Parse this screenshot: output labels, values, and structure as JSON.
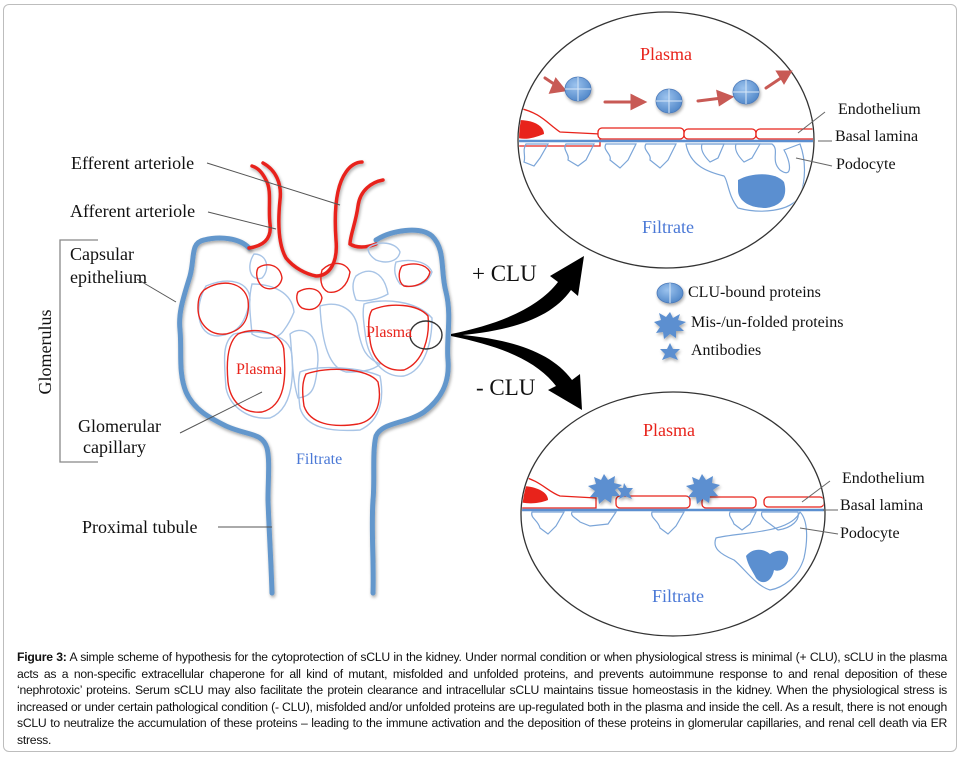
{
  "figure": {
    "labels": {
      "efferent_arteriole": "Efferent arteriole",
      "afferent_arteriole": "Afferent arteriole",
      "capsular_epithelium_line1": "Capsular",
      "capsular_epithelium_line2": "epithelium",
      "glomerulus": "Glomerulus",
      "glomerular_capillary_line1": "Glomerular",
      "glomerular_capillary_line2": "capillary",
      "proximal_tubule": "Proximal tubule",
      "plasma_left": "Plasma",
      "plasma_right": "Plasma",
      "filtrate": "Filtrate"
    },
    "branches": {
      "plus": "+ CLU",
      "minus": "- CLU"
    },
    "top_inset": {
      "plasma": "Plasma",
      "filtrate": "Filtrate",
      "endothelium": "Endothelium",
      "basal_lamina": "Basal lamina",
      "podocyte": "Podocyte"
    },
    "bottom_inset": {
      "plasma": "Plasma",
      "filtrate": "Filtrate",
      "endothelium": "Endothelium",
      "basal_lamina": "Basal lamina",
      "podocyte": "Podocyte"
    },
    "legend": [
      {
        "icon": "clu-bound-protein-icon",
        "label": "CLU-bound proteins"
      },
      {
        "icon": "misfolded-protein-icon",
        "label": "Mis-/un-folded proteins"
      },
      {
        "icon": "antibody-icon",
        "label": "Antibodies"
      }
    ],
    "colors": {
      "plasma_red": "#e8231b",
      "capsule_blue": "#6497cc",
      "filtrate_blue": "#4a78d6",
      "protein_blue": "#5b8fd0",
      "arrow_red": "#c85a55"
    }
  },
  "caption": {
    "label": "Figure 3:",
    "text": " A simple scheme of hypothesis for the cytoprotection of sCLU in the kidney. Under normal condition or when physiological stress is minimal (+ CLU), sCLU in the plasma acts as a non-specific extracellular chaperone for all kind of mutant, misfolded and unfolded proteins, and prevents autoimmune response to and renal deposition of these ‘nephrotoxic’ proteins. Serum sCLU may also facilitate the protein clearance and intracellular sCLU maintains tissue homeostasis in the kidney. When the physiological stress is increased or under certain pathological condition (- CLU), misfolded and/or unfolded proteins are up-regulated both in the plasma and inside the cell. As a result, there is not enough sCLU to neutralize the accumulation of these proteins – leading to the immune activation and the deposition of these proteins in glomerular capillaries, and renal cell death via ER stress."
  }
}
